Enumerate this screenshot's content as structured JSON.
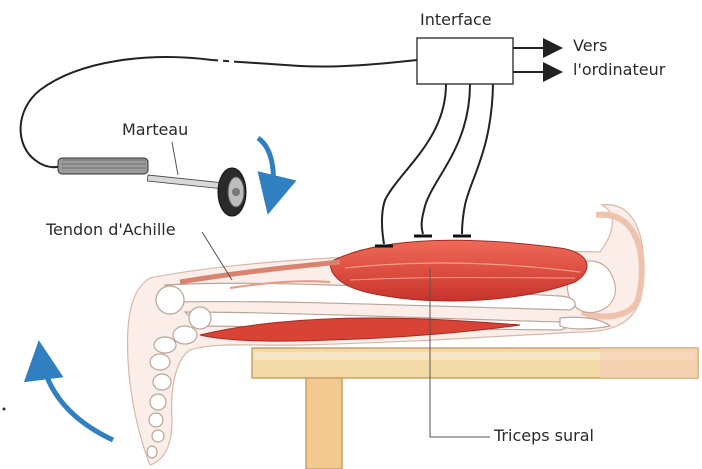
{
  "labels": {
    "interface": "Interface",
    "destination_line1": "Vers",
    "destination_line2": "l'ordinateur",
    "hammer": "Marteau",
    "tendon": "Tendon d'Achille",
    "muscle": "Triceps sural"
  },
  "colors": {
    "muscle": "#e0473a",
    "muscle_dark": "#b8302a",
    "arrow": "#2f7fc1",
    "table_top": "#f2d9a6",
    "table_edge": "#c9a36a",
    "skin": "#f3ddd2",
    "bone": "#ffffff",
    "wire": "#222222"
  },
  "icons": {
    "hammer": "reflex-hammer-icon",
    "rotation": "curved-arrow-icon",
    "foot_motion": "curved-arrow-icon"
  }
}
